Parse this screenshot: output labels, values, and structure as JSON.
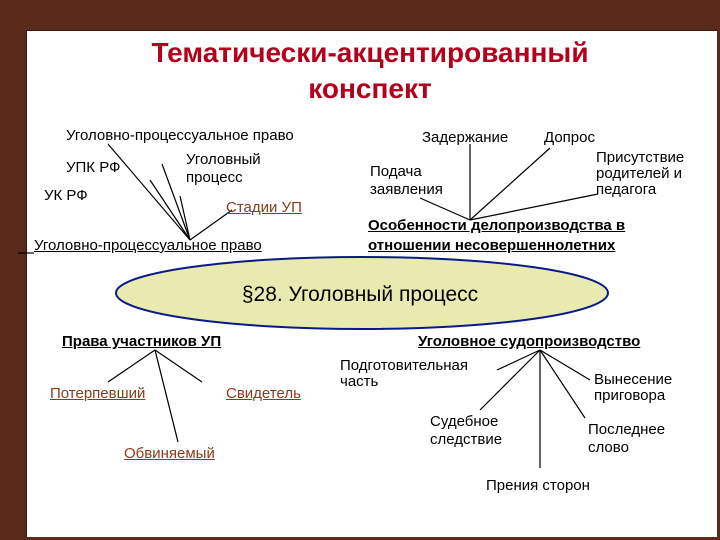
{
  "title": {
    "line1": "Тематически-акцентированный",
    "line2": "конспект"
  },
  "center": {
    "label": "§28. Уголовный процесс"
  },
  "top_left": {
    "ugolovno_proc_pravo_top": "Уголовно-процессуальное право",
    "upk_rf": "УПК РФ",
    "ugolovny_process": [
      "Уголовный",
      "процесс"
    ],
    "uk_rf": "УК РФ",
    "stadii_up": "Стадии УП",
    "ugolovno_proc_pravo_bottom": "Уголовно-процессуальное право"
  },
  "top_right": {
    "zaderzhanie": "Задержание",
    "dopros": "Допрос",
    "podacha": [
      "Подача",
      "заявления"
    ],
    "prisutstvie": [
      "Присутствие",
      "родителей и",
      "педагога"
    ],
    "osobennosti": [
      "Особенности делопроизводства в",
      "отношении несовершеннолетних"
    ]
  },
  "bottom_left": {
    "prava": "Права участников УП",
    "poterpevshiy": "Потерпевший",
    "svidetel": "Свидетель",
    "obvinyaemy": "Обвиняемый"
  },
  "bottom_right": {
    "sudoproizvodstvo": "Уголовное судопроизводство",
    "podgotovitelnaya": [
      "Подготовительная",
      "часть"
    ],
    "vynesenie": [
      "Вынесение",
      "приговора"
    ],
    "sudebnoe": [
      "Судебное",
      "следствие"
    ],
    "poslednee": [
      "Последнее",
      "слово"
    ],
    "preniya": "Прения сторон"
  },
  "colors": {
    "title": "#b3001b",
    "frame": "#5a2a1a",
    "ellipse_fill": "#e8eab0",
    "ellipse_stroke": "#0a1a8a",
    "link": "#8b3a1a"
  }
}
